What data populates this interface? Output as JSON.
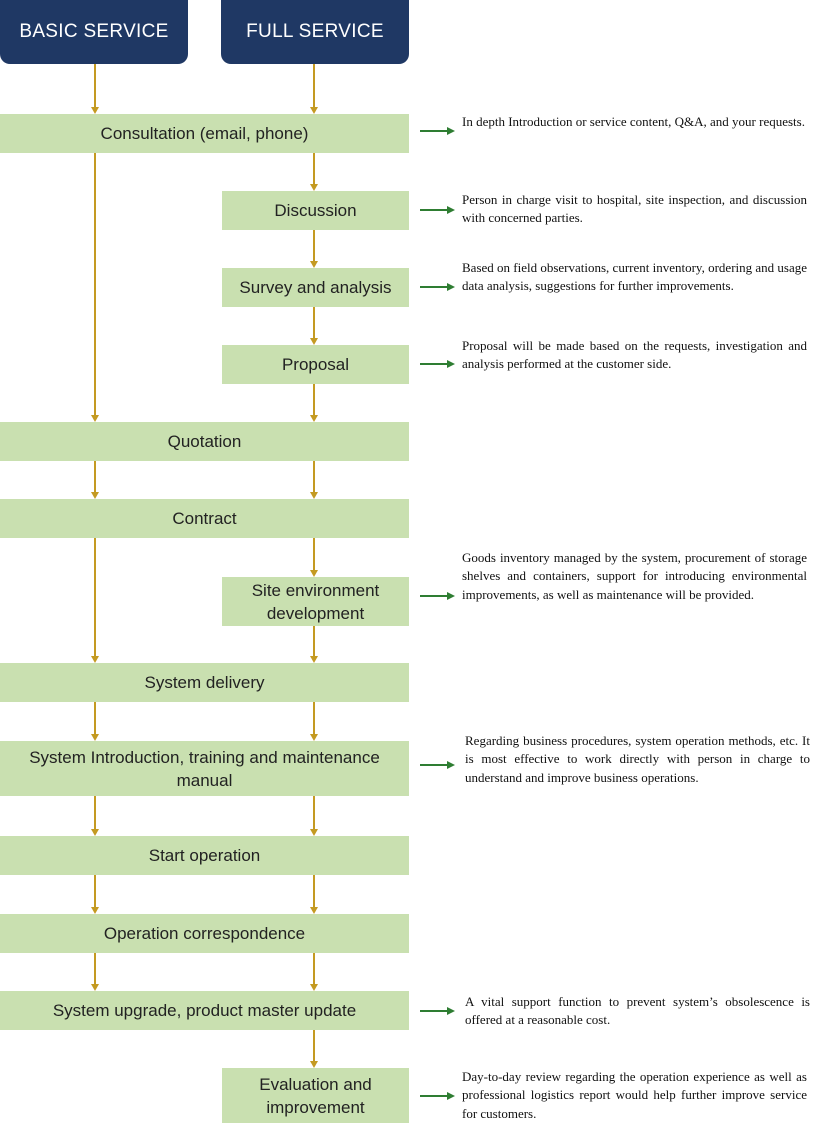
{
  "headers": {
    "basic": "BASIC SERVICE",
    "full": "FULL SERVICE"
  },
  "steps": {
    "consultation": "Consultation (email, phone)",
    "discussion": "Discussion",
    "survey": "Survey and analysis",
    "proposal": "Proposal",
    "quotation": "Quotation",
    "contract": "Contract",
    "site_env": "Site environment development",
    "system_delivery": "System delivery",
    "system_intro": "System Introduction, training and maintenance manual",
    "start_operation": "Start operation",
    "operation_corr": "Operation correspondence",
    "system_upgrade": "System upgrade, product master update",
    "evaluation": "Evaluation and improvement"
  },
  "descriptions": {
    "consultation": "In depth Introduction or service content, Q&A, and your requests.",
    "discussion": "Person in charge visit to hospital, site inspection, and discussion with concerned parties.",
    "survey": "Based on field observations, current inventory, ordering and usage data analysis, suggestions for further improvements.",
    "proposal": "Proposal will be made based on the requests, investigation and analysis performed at the customer side.",
    "site_env": "Goods inventory managed by the system, procurement of storage shelves and containers, support for introducing environmental improvements, as well as maintenance will be provided.",
    "system_intro": "Regarding business procedures, system operation methods, etc. It is most effective to work directly with person in charge to understand and improve business operations.",
    "system_upgrade": "A vital support function to prevent system’s obsolescence is offered at a reasonable cost.",
    "evaluation": "Day-to-day review regarding the operation experience as well as professional logistics report would help further improve service for customers."
  },
  "colors": {
    "header_bg": "#1f3864",
    "box_bg": "#c9e0b0",
    "flow_arrow": "#c49a22",
    "side_arrow": "#2e7d32"
  }
}
